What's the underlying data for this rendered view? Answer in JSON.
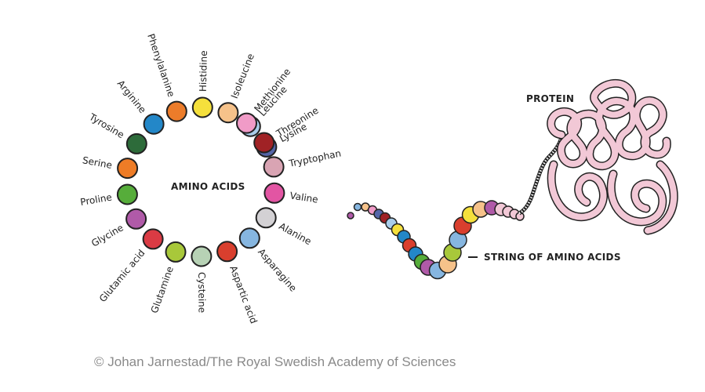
{
  "ring_title": "AMINO ACIDS",
  "protein_label": "PROTEIN",
  "string_label": "STRING OF AMINO ACIDS",
  "credit": "© Johan Jarnestad/The Royal Swedish Academy of Sciences",
  "amino_acids": [
    {
      "name": "Lysine",
      "color": "#5566a8"
    },
    {
      "name": "Leucine",
      "color": "#a9cdea"
    },
    {
      "name": "Isoleucine",
      "color": "#f6c28a"
    },
    {
      "name": "Histidine",
      "color": "#f5e03c"
    },
    {
      "name": "Phenylalanine",
      "color": "#ec7c2a"
    },
    {
      "name": "Arginine",
      "color": "#2387c8"
    },
    {
      "name": "Tyrosine",
      "color": "#2d6b3a"
    },
    {
      "name": "Serine",
      "color": "#ee7c26"
    },
    {
      "name": "Proline",
      "color": "#56ad3a"
    },
    {
      "name": "Glycine",
      "color": "#b05aa8"
    },
    {
      "name": "Glutamic acid",
      "color": "#da3b44"
    },
    {
      "name": "Glutamine",
      "color": "#a8c83a"
    },
    {
      "name": "Cysteine",
      "color": "#b7d2b5"
    },
    {
      "name": "Aspartic acid",
      "color": "#d93f2e"
    },
    {
      "name": "Asparagine",
      "color": "#86b6e0"
    },
    {
      "name": "Alanine",
      "color": "#d3d1d4"
    },
    {
      "name": "Valine",
      "color": "#e255a3"
    },
    {
      "name": "Tryptophan",
      "color": "#d9a4b3"
    },
    {
      "name": "Threonine",
      "color": "#a02225"
    },
    {
      "name": "Methionine",
      "color": "#f09bc7"
    }
  ],
  "string_colors": [
    "#b05aa8",
    "#86b6e0",
    "#f6c28a",
    "#f09bc7",
    "#5566a8",
    "#a02225",
    "#a9cdea",
    "#f5e03c",
    "#2387c8",
    "#d93f2e",
    "#2387c8",
    "#56ad3a",
    "#b05aa8",
    "#86b6e0",
    "#f6c28a",
    "#a8c83a",
    "#86b6e0",
    "#d93f2e",
    "#f5e03c",
    "#f6c28a",
    "#b05aa8",
    "#f2c8d6",
    "#f2c8d6",
    "#f2c8d6",
    "#f2c8d6"
  ],
  "protein_color": "#f2c8d6"
}
